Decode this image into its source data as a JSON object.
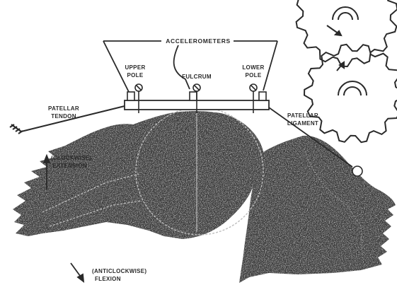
{
  "labels": {
    "accelerometers": "ACCELEROMETERS",
    "upper_pole_1": "UPPER",
    "upper_pole_2": "POLE",
    "fulcrum": "FULCRUM",
    "lower_pole_1": "LOWER",
    "lower_pole_2": "POLE",
    "patellar_tendon_1": "PATELLAR",
    "patellar_tendon_2": "TENDON",
    "patellar_ligament_1": "PATELLAR",
    "patellar_ligament_2": "LIGAMENT",
    "extension_1": "(CLOCKWISE)",
    "extension_2": "EXTENSION",
    "flexion_1": "(ANTICLOCKWISE)",
    "flexion_2": "FLEXION"
  },
  "colors": {
    "ink": "#2a2a2a",
    "bone_fill": "#3a3a3a",
    "background": "#ffffff"
  }
}
